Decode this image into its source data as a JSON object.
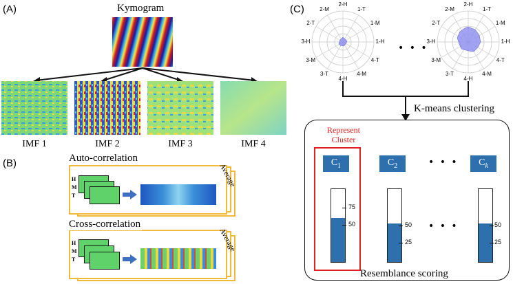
{
  "panel_a": {
    "label": "(A)",
    "title": "Kymogram",
    "imf_labels": [
      "IMF 1",
      "IMF 2",
      "IMF 3",
      "IMF 4"
    ]
  },
  "panel_b": {
    "label": "(B)",
    "auto_title": "Auto-correlation",
    "cross_title": "Cross-correlation",
    "average": "Average",
    "row_labels": [
      "H",
      "M",
      "T"
    ]
  },
  "panel_c": {
    "label": "(C)",
    "radar_axes": [
      "2-H",
      "1-T",
      "1-M",
      "1-H",
      "4-T",
      "4-M",
      "4-H",
      "3-T",
      "3-M",
      "3-H",
      "2-T",
      "2-M"
    ],
    "ellipsis": "• • •",
    "kmeans": "K-means clustering",
    "represent_line1": "Represent",
    "represent_line2": "Cluster",
    "clusters": [
      {
        "name": "C",
        "sub": "1",
        "fill": 0.6,
        "ticks": [
          "75",
          "50"
        ]
      },
      {
        "name": "C",
        "sub": "2",
        "fill": 0.53,
        "ticks": [
          "50",
          "25"
        ]
      },
      {
        "name": "C",
        "sub": "k",
        "fill": 0.53,
        "ticks": [
          "50",
          "25"
        ]
      }
    ],
    "scoring": "Resemblance scoring",
    "colors": {
      "highlight": "#e0201c",
      "bar": "#2e6fad",
      "radar": "#8c8cf0",
      "frame": "#f0b93a"
    }
  }
}
